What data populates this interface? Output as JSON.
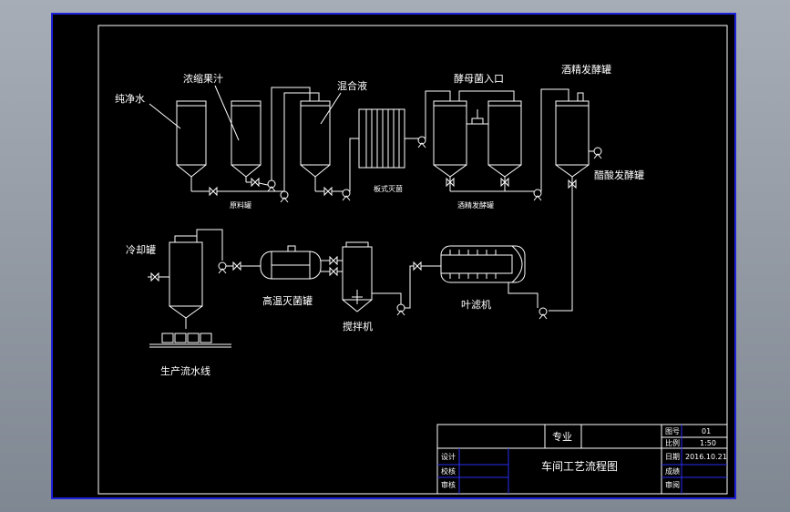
{
  "labels": {
    "pure_water": "纯净水",
    "concentrated_juice": "浓缩果汁",
    "mixing_tank": "混合液",
    "yeast_inlet": "酵母菌入口",
    "alcohol_fermenter_top": "酒精发酵罐",
    "raw_material_tank": "原料罐",
    "plate_sterilizer": "板式灭菌",
    "alcohol_fermenter_bottom": "酒精发酵罐",
    "acetic_fermenter": "醋酸发酵罐",
    "cooling_tank": "冷却罐",
    "high_temp_sterilizer": "高温灭菌罐",
    "agitator": "搅拌机",
    "leaf_filter": "叶滤机",
    "production_line": "生产流水线"
  },
  "title_block": {
    "major_label": "专业",
    "drawing_title": "车间工艺流程图",
    "designer_label": "设计",
    "checker_label": "校核",
    "review_label": "审核",
    "drawing_no_label": "图号",
    "drawing_no": "01",
    "scale_label": "比例",
    "scale": "1:50",
    "date_label": "日期",
    "date": "2016.10.21",
    "score_label": "成绩",
    "examine_label": "审阅"
  },
  "colors": {
    "background": "#000000",
    "lines": "#ffffff",
    "frame": "#1f22d8"
  }
}
